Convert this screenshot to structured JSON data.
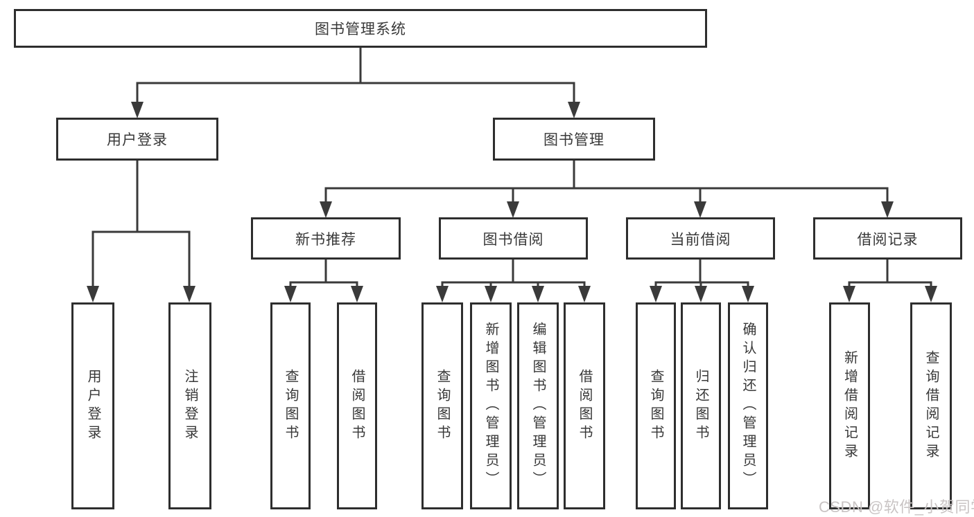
{
  "diagram": {
    "type": "tree",
    "tree": {
      "root": {
        "label": "图书管理系统"
      },
      "branches": [
        {
          "label": "用户登录",
          "children": [
            {
              "label": "用户登录"
            },
            {
              "label": "注销登录"
            }
          ]
        },
        {
          "label": "图书管理",
          "children": [
            {
              "label": "新书推荐",
              "children": [
                {
                  "label": "查询图书"
                },
                {
                  "label": "借阅图书"
                }
              ]
            },
            {
              "label": "图书借阅",
              "children": [
                {
                  "label": "查询图书"
                },
                {
                  "label": "新增图书（管理员）"
                },
                {
                  "label": "编辑图书（管理员）"
                },
                {
                  "label": "借阅图书"
                }
              ]
            },
            {
              "label": "当前借阅",
              "children": [
                {
                  "label": "查询图书"
                },
                {
                  "label": "归还图书"
                },
                {
                  "label": "确认归还（管理员）"
                }
              ]
            },
            {
              "label": "借阅记录",
              "children": [
                {
                  "label": "新增借阅记录"
                },
                {
                  "label": "查询借阅记录"
                }
              ]
            }
          ]
        }
      ]
    }
  },
  "watermark": {
    "text": "CSDN @软件_小贺同学"
  },
  "colors": {
    "line": "#3a3a3a",
    "box_border": "#2e2e2e",
    "box_fill": "#ffffff",
    "text": "#383838",
    "watermark": "#c9c4c4",
    "background": "#ffffff"
  }
}
